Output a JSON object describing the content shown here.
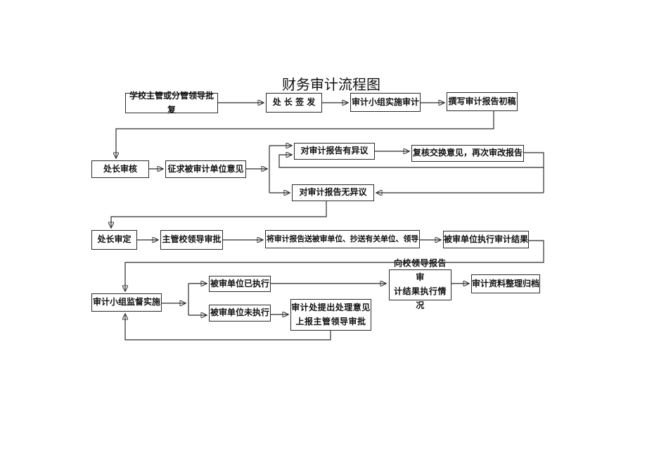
{
  "title": "财务审计流程图",
  "flowchart": {
    "line_color": "#2b2b2b",
    "box_border_color": "#2a2a2a",
    "nodes": {
      "school_approval": "学校主管或分管领导批复",
      "director_sign": "处 长 签 发",
      "team_implement": "审计小组实施审计",
      "draft_report": "撰写审计报告初稿",
      "director_review": "处长审核",
      "seek_opinions": "征求被审计单位意见",
      "has_objection": "对审计报告有异议",
      "recheck_exchange": "复核交换意见，再次审改报告",
      "no_objection": "对审计报告无异议",
      "director_finalize": "处长审定",
      "school_leader_approve": "主管校领导审批",
      "send_report": "将审计报告送被审单位、抄送有关单位、领导",
      "unit_implement": "被审单位执行审计结果",
      "team_supervise": "审计小组监督实施",
      "unit_done": "被审单位已执行",
      "unit_not_done": "被审单位未执行",
      "audit_office_opinion": "审计处提出处理意见\n上报主管领导审批",
      "report_to_leaders": "向校领导报告审\n计结果执行情况",
      "archive": "审计资料整理归档"
    },
    "edges": [
      {
        "from": "school_approval",
        "to": "director_sign"
      },
      {
        "from": "director_sign",
        "to": "team_implement"
      },
      {
        "from": "team_implement",
        "to": "draft_report"
      },
      {
        "from": "draft_report",
        "to": "director_review"
      },
      {
        "from": "director_review",
        "to": "seek_opinions"
      },
      {
        "from": "seek_opinions",
        "to": "has_objection"
      },
      {
        "from": "seek_opinions",
        "to": "no_objection"
      },
      {
        "from": "has_objection",
        "to": "recheck_exchange"
      },
      {
        "from": "recheck_exchange",
        "to": "has_objection"
      },
      {
        "from": "recheck_exchange",
        "to": "no_objection"
      },
      {
        "from": "no_objection",
        "to": "director_finalize"
      },
      {
        "from": "director_finalize",
        "to": "school_leader_approve"
      },
      {
        "from": "school_leader_approve",
        "to": "send_report"
      },
      {
        "from": "send_report",
        "to": "unit_implement"
      },
      {
        "from": "unit_implement",
        "to": "team_supervise"
      },
      {
        "from": "team_supervise",
        "to": "unit_done"
      },
      {
        "from": "team_supervise",
        "to": "unit_not_done"
      },
      {
        "from": "unit_done",
        "to": "report_to_leaders"
      },
      {
        "from": "unit_not_done",
        "to": "audit_office_opinion"
      },
      {
        "from": "audit_office_opinion",
        "to": "team_supervise"
      },
      {
        "from": "report_to_leaders",
        "to": "archive"
      }
    ]
  }
}
